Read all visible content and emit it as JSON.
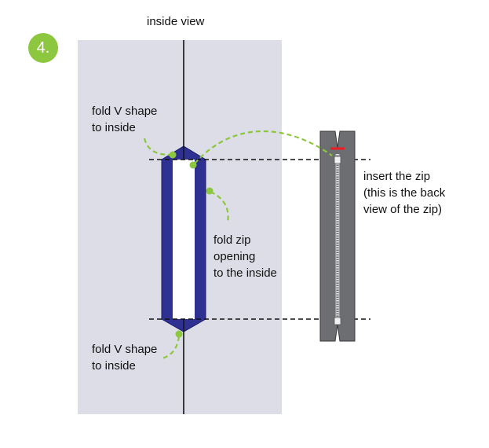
{
  "step": {
    "number": "4."
  },
  "diagram": {
    "title": "inside view",
    "annotations": {
      "fold_v_top": "fold V shape\nto inside",
      "fold_zip_opening": "fold zip\nopening\nto the inside",
      "insert_zip": "insert the zip\n(this is the back\nview of the zip)",
      "fold_v_bottom": "fold V shape\nto inside"
    }
  },
  "colors": {
    "step_badge": "#8dc63f",
    "fabric_panel": "#dcdde6",
    "seam_line": "#111111",
    "zip_opening_border": "#2e3192",
    "zip_tape": "#6d6e71",
    "zip_stop_marker": "#ed1c24",
    "guide_arrow": "#8dc63f",
    "guide_lines": "#111111"
  },
  "icons": {
    "step_badge": "green-circle-number-badge",
    "zipper": "zipper-back-view-icon"
  }
}
